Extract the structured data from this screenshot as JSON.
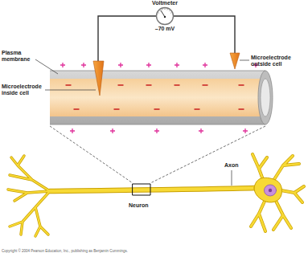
{
  "diagram": {
    "nodes": [
      {
        "text": [
          "Voltmeter",
          "–70 mV"
        ]
      }
    ],
    "labels": [
      "Plasma membrane",
      "Microelectrode inside cell",
      "Microelectrode outside cell",
      "Axon",
      "Neuron",
      "Copyright © 2004 Pearson Education, Inc., publishing as Benjamin Cummings."
    ]
  }
}
